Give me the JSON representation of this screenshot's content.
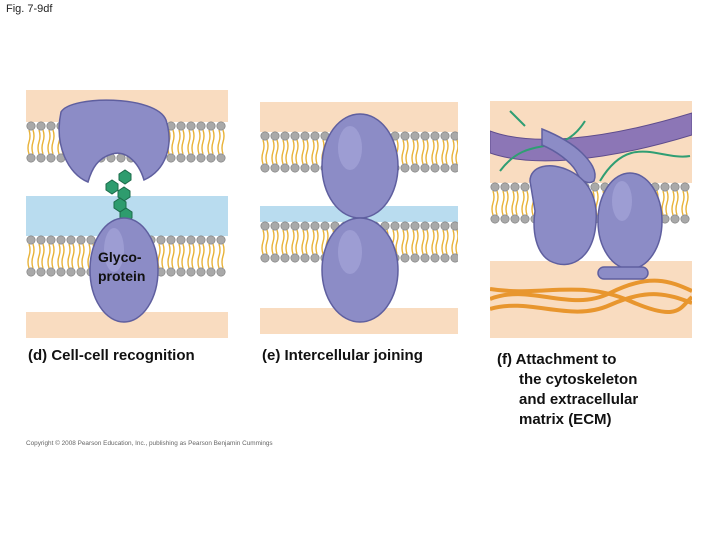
{
  "figure": {
    "label": "Fig. 7-9df"
  },
  "panels": {
    "d": {
      "caption": "(d) Cell-cell recognition",
      "glycoprotein_label_line1": "Glyco-",
      "glycoprotein_label_line2": "protein"
    },
    "e": {
      "caption": "(e) Intercellular joining"
    },
    "f": {
      "caption_lines": [
        "(f) Attachment to",
        "the cytoskeleton",
        "and extracellular",
        "matrix (ECM)"
      ]
    }
  },
  "copyright": "Copyright © 2008 Pearson Education, Inc., publishing as Pearson Benjamin Cummings",
  "colors": {
    "cytoplasm": "#f9dcc0",
    "extracellular": "#b9dcef",
    "phospholipid_head": "#a9a9a9",
    "lipid_tail": "#e8b33a",
    "protein": "#8c8cc6",
    "protein_dark": "#5f5f9f",
    "sugar": "#2e9c6e",
    "cytoskeleton": "#8c76b6",
    "ecm_fiber": "#2f9e73",
    "collagen": "#e8962e"
  }
}
